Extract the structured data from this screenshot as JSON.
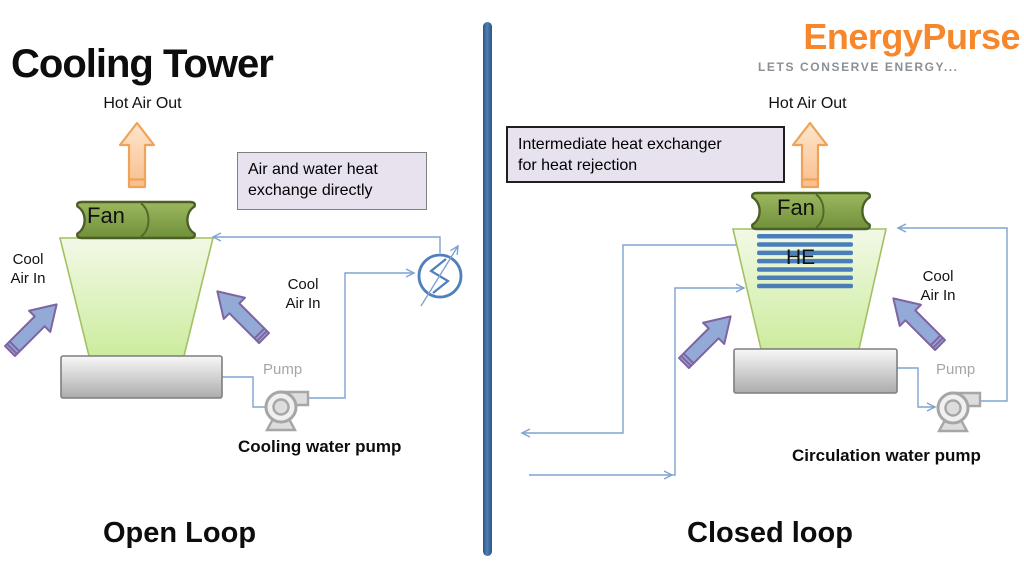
{
  "page": {
    "title": "Cooling Tower"
  },
  "logo": {
    "name": "EnergyPurse",
    "tagline": "LETS CONSERVE ENERGY..."
  },
  "left_diagram": {
    "hot_air_out": "Hot Air Out",
    "cool_air_in_left": "Cool\nAir In",
    "cool_air_in_right": "Cool\nAir In",
    "fan_label": "Fan",
    "note": "Air and water heat\nexchange directly",
    "pump_label": "Pump",
    "pump_caption": "Cooling water pump",
    "loop_label": "Open Loop"
  },
  "right_diagram": {
    "hot_air_out": "Hot Air Out",
    "note": "Intermediate heat exchanger\nfor heat rejection",
    "fan_label": "Fan",
    "heat_exchanger_label": "HE",
    "cool_air_in": "Cool\nAir In",
    "pump_label": "Pump",
    "pump_caption": "Circulation water pump",
    "loop_label": "Closed loop"
  },
  "colors": {
    "logo_orange": "#F6872B",
    "tagline_gray": "#8B9095",
    "hot_air_arrow_fill": "#F9BE8D",
    "hot_air_arrow_stroke": "#EFA358",
    "cool_air_arrow_fill": "#93A9D6",
    "cool_air_arrow_stroke": "#8064A2",
    "pipe_blue": "#7FA3D0",
    "heat_exchanger_blue": "#4A7EBB",
    "tower_green_light": "#F0F8E4",
    "tower_green_dark": "#CDEC9E",
    "fan_olive": "#7E9B41",
    "note_fill": "#E7E2EE",
    "divider_blue": "#35608F",
    "pump_gray": "#A6A6A6"
  }
}
